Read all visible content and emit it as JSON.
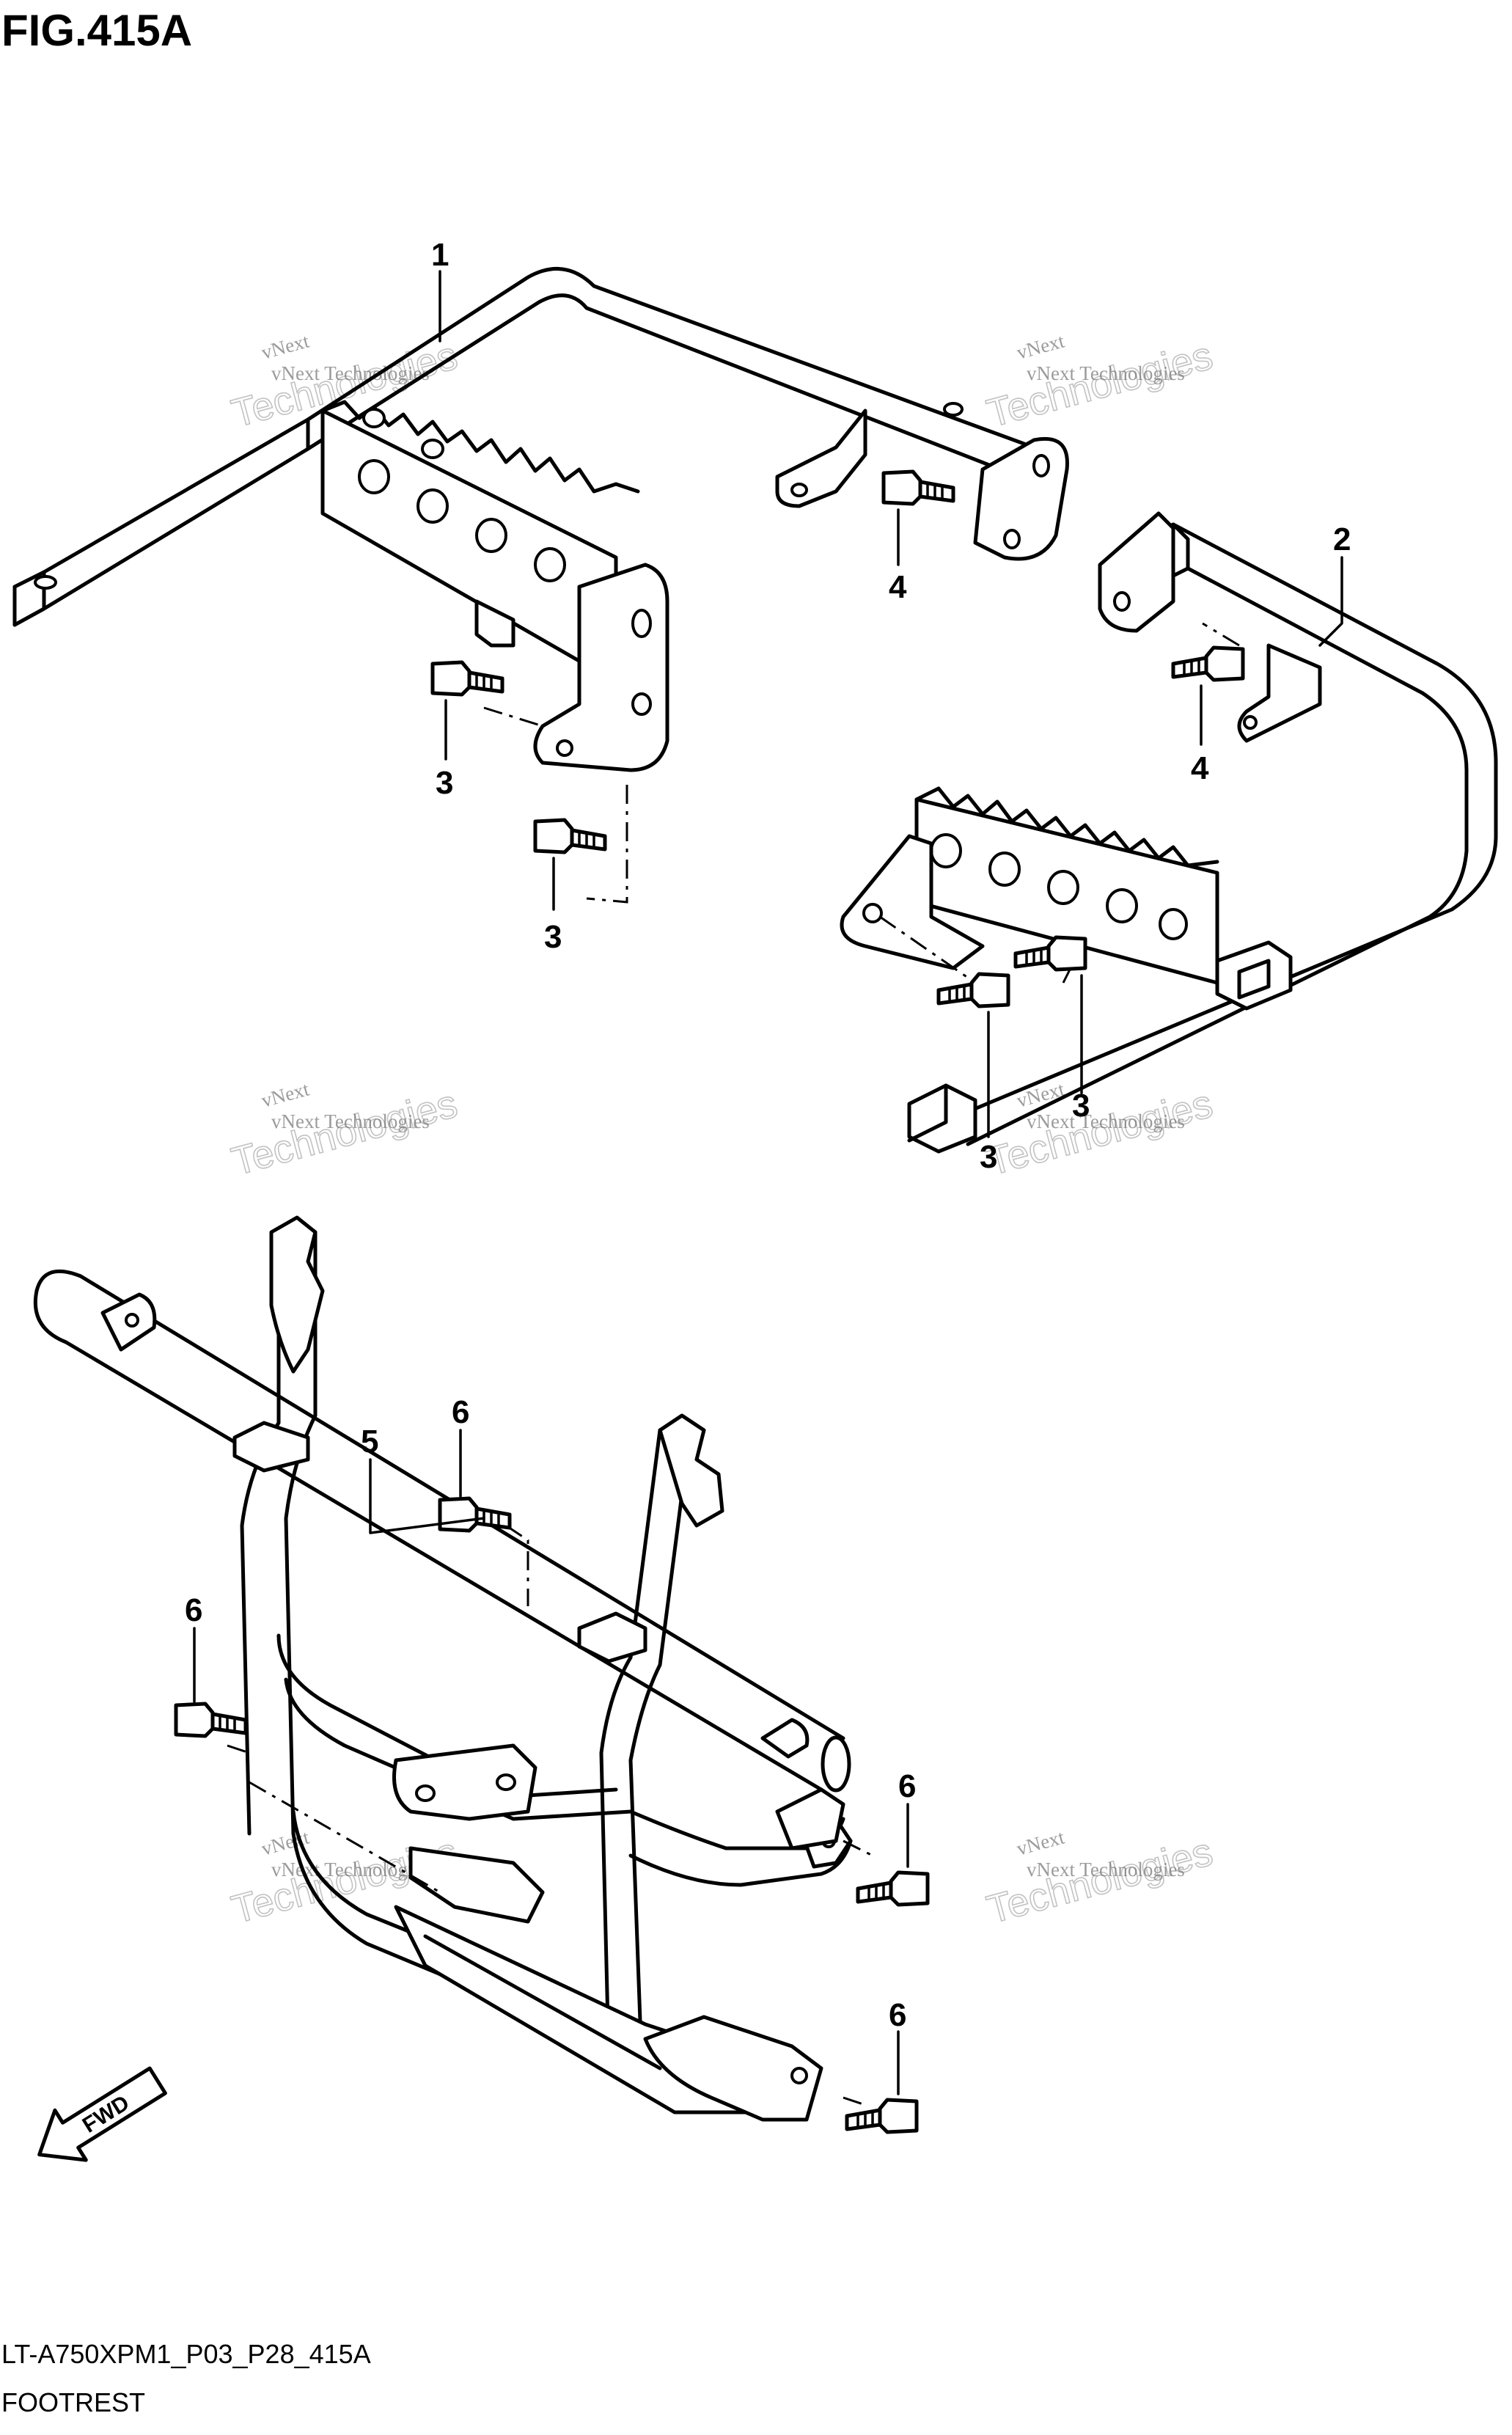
{
  "figure": {
    "title": "FIG.415A",
    "model_code": "LT-A750XPM1_P03_P28_415A",
    "caption": "FOOTREST"
  },
  "callouts": {
    "c1": "1",
    "c2": "2",
    "c3a": "3",
    "c3b": "3",
    "c3c": "3",
    "c3d": "3",
    "c4a": "4",
    "c4b": "4",
    "c5": "5",
    "c6a": "6",
    "c6b": "6",
    "c6c": "6",
    "c6d": "6"
  },
  "direction_arrow": {
    "label": "FWD",
    "icon": "fwd-arrow-icon"
  },
  "watermark": {
    "line1": "vNext",
    "line2": "Technologies",
    "line3": "vNext Technologies"
  }
}
